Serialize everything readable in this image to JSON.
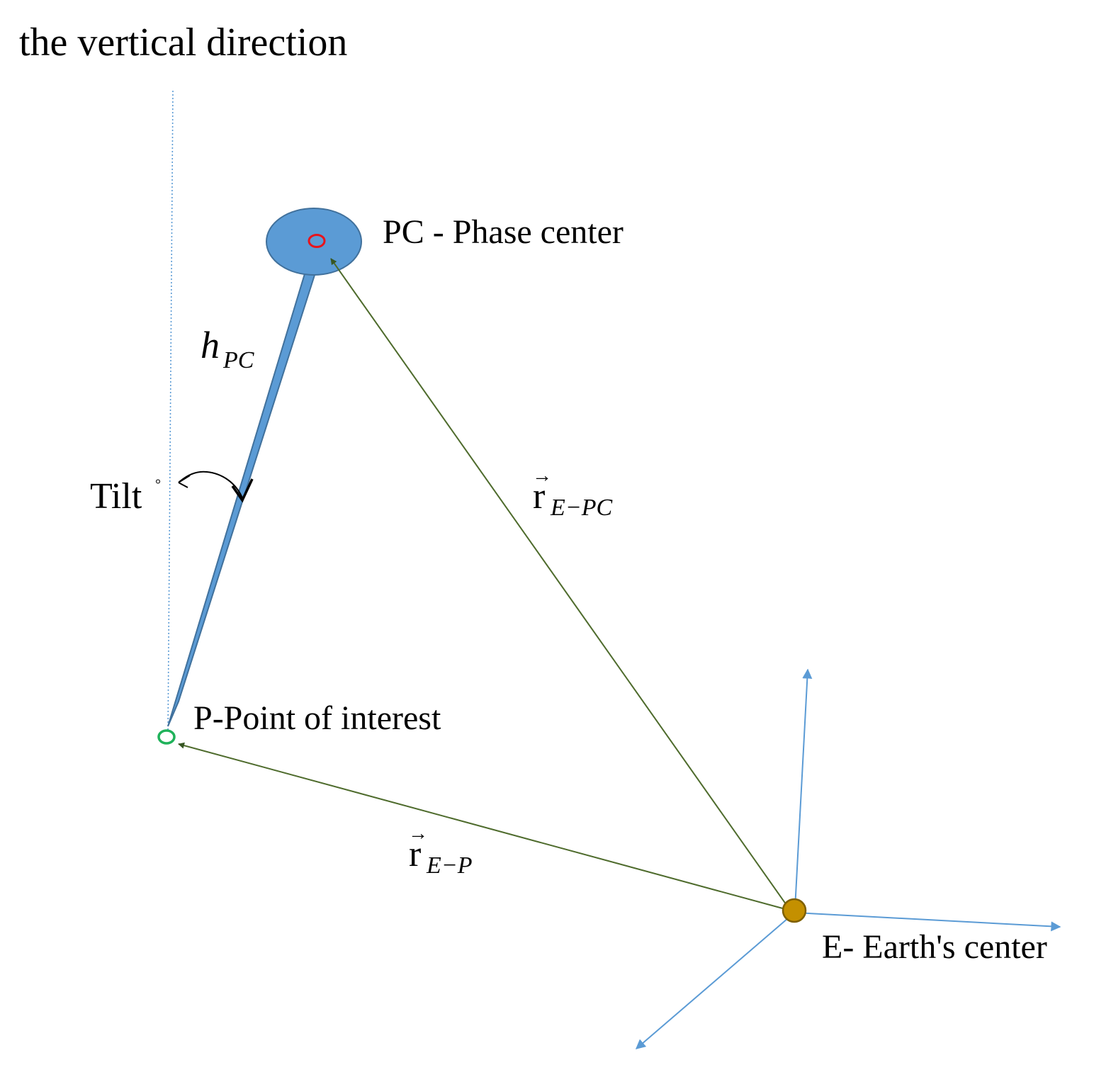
{
  "labels": {
    "vertical_direction": "the vertical direction",
    "phase_center": "PC - Phase center",
    "point_of_interest": "P-Point of interest",
    "earth_center": "E- Earth's center",
    "tilt": "Tilt",
    "tilt_degree": "°",
    "h_pc": {
      "main": "h",
      "sub": "PC"
    },
    "r_e_pc": {
      "main": "r",
      "arrow": "→",
      "sub": "E−PC"
    },
    "r_e_p": {
      "main": "r",
      "arrow": "→",
      "sub": "E−P"
    }
  },
  "colors": {
    "pole_fill": "#5b9bd5",
    "pole_stroke": "#41719c",
    "phase_center_marker": "#e8141c",
    "point_marker": "#1fb25a",
    "earth_fill": "#c49000",
    "earth_stroke": "#7f6000",
    "vector_line": "#4e6b2c",
    "vector_head": "#375623",
    "axis": "#5b9bd5",
    "vertical_line": "#5b9bd5"
  }
}
